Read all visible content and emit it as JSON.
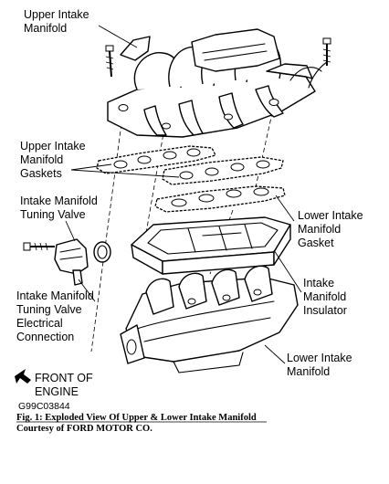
{
  "labels": {
    "upper_intake_manifold": [
      "Upper Intake",
      "Manifold"
    ],
    "upper_intake_manifold_gaskets": [
      "Upper Intake",
      "Manifold",
      "Gaskets"
    ],
    "intake_manifold_tuning_valve": [
      "Intake Manifold",
      "Tuning Valve"
    ],
    "lower_intake_manifold_gasket": [
      "Lower Intake",
      "Manifold",
      "Gasket"
    ],
    "intake_manifold_insulator": [
      "Intake",
      "Manifold",
      "Insulator"
    ],
    "tuning_valve_electrical_connection": [
      "Intake Manifold",
      "Tuning Valve",
      "Electrical",
      "Connection"
    ],
    "lower_intake_manifold": [
      "Lower Intake",
      "Manifold"
    ],
    "front_of_engine": [
      "FRONT OF",
      "ENGINE"
    ]
  },
  "figure_code": "G99C03844",
  "caption": {
    "title": "Fig. 1: Exploded View Of Upper & Lower Intake Manifold",
    "credit": "Courtesy of FORD MOTOR CO."
  }
}
